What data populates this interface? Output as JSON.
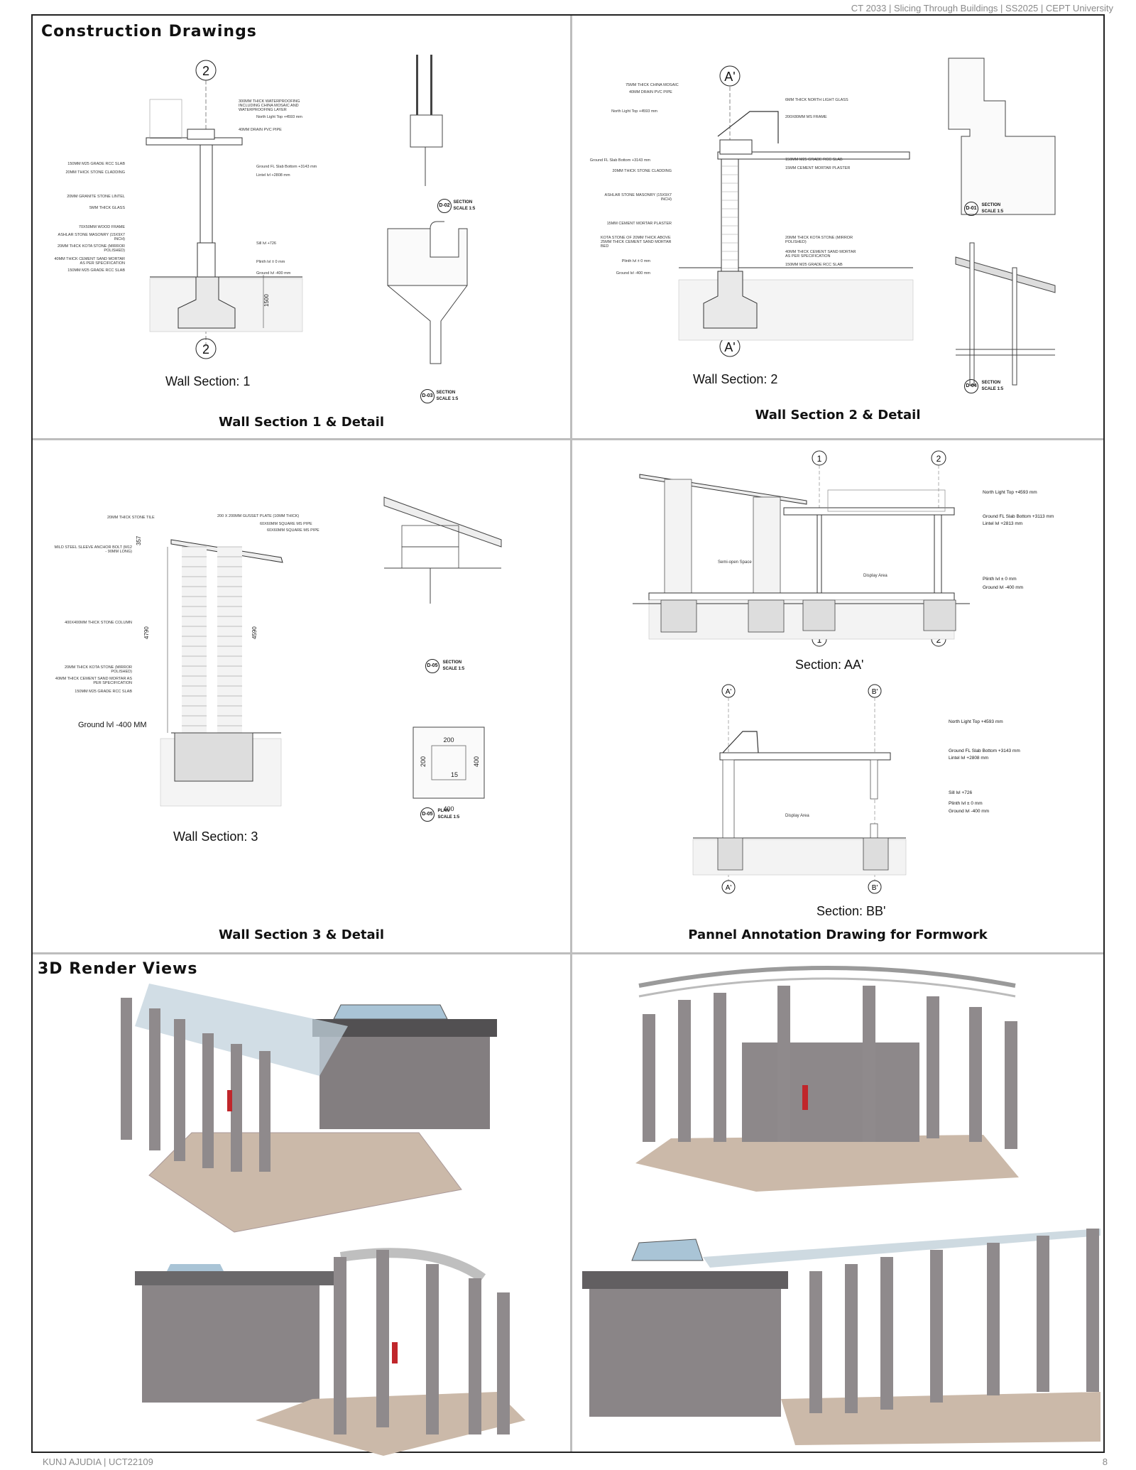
{
  "header": {
    "course": "CT 2033 | Slicing Through Buildings | SS2025 | CEPT University"
  },
  "footer": {
    "author": "KUNJ AJUDIA | UCT22109",
    "page_number": "8"
  },
  "sections": {
    "construction": "Construction Drawings",
    "renders": "3D Render Views"
  },
  "panels": {
    "p1": {
      "caption": "Wall Section 1 & Detail",
      "drawing_label": "Wall Section: 1",
      "grid_mark": "2",
      "details": [
        {
          "tag": "D-02",
          "title": "SECTION",
          "scale": "SCALE 1:5"
        },
        {
          "tag": "D-03",
          "title": "SECTION",
          "scale": "SCALE 1:5"
        }
      ],
      "notes": [
        "300MM THICK WATERPROOFING INCLUDING CHINA MOSAIC AND WATERPROOFING LAYER",
        "40MM DRAIN PVC PIPE",
        "150MM M25 GRADE RCC SLAB",
        "20MM THICK STONE CLADDING",
        "20MM GRANITE STONE LINTEL",
        "5MM THICK GLASS",
        "70X50MM WOOD FRAME",
        "ASHLAR STONE MASONRY (15X9X7 INCH)",
        "20MM THICK KOTA STONE (MIRROR POLISHED)",
        "40MM THICK CEMENT SAND MORTAR AS PER SPECIFICATION",
        "150MM M25 GRADE RCC SLAB"
      ],
      "levels": [
        "North Light Top +4593 mm",
        "Ground FL Slab Bottom +3143 mm",
        "Lintel lvl +2808 mm",
        "Sill lvl +726",
        "Plinth lvl ± 0 mm",
        "Ground lvl -400 mm"
      ],
      "dimension": "1500"
    },
    "p2": {
      "caption": "Wall Section 2 & Detail",
      "drawing_label": "Wall Section: 2",
      "grid_mark": "A'",
      "details": [
        {
          "tag": "D-01",
          "title": "SECTION",
          "scale": "SCALE 1:5"
        },
        {
          "tag": "D-04",
          "title": "SECTION",
          "scale": "SCALE 1:5"
        }
      ],
      "notes": [
        "75MM THICK CHINA MOSAIC",
        "40MM DRAIN PVC PIPE",
        "6MM THICK NORTH LIGHT GLASS",
        "200X80MM MS FRAME",
        "150MM M25 GRADE RCC SLAB",
        "15MM CEMENT MORTAR PLASTER",
        "20MM THICK STONE CLADDING",
        "ASHLAR STONE MASONRY (15X9X7 INCH)",
        "15MM CEMENT MORTAR PLASTER",
        "KOTA STONE OF 20MM THICK ABOVE 25MM THICK CEMENT SAND MORTAR BED",
        "20MM THICK KOTA STONE (MIRROR POLISHED)",
        "40MM THICK CEMENT SAND MORTAR AS PER SPECIFICATION",
        "150MM M25 GRADE RCC SLAB"
      ],
      "levels": [
        "North Light Top +4593 mm",
        "Ground FL Slab Bottom +3143 mm",
        "Plinth lvl ± 0 mm",
        "Ground lvl -400 mm"
      ]
    },
    "p3": {
      "caption": "Wall Section 3 & Detail",
      "drawing_label": "Wall Section: 3",
      "ground_label": "Ground lvl -400 MM",
      "details": [
        {
          "tag": "D-05",
          "title": "SECTION",
          "scale": "SCALE 1:5"
        },
        {
          "tag": "D-05",
          "title": "PLAN",
          "scale": "SCALE 1:5"
        }
      ],
      "notes": [
        "20MM THICK STONE TILE",
        "200 X 200MM GUSSET PLATE (10MM THICK)",
        "60X60MM SQUARE MS PIPE",
        "60X60MM SQUARE MS PIPE",
        "MILD STEEL SLEEVE ANCHOR BOLT (M12 - 90MM LONG)",
        "400X400MM THICK STONE COLUMN",
        "20MM THICK KOTA STONE (MIRROR POLISHED)",
        "40MM THICK CEMENT SAND MORTAR AS PER SPECIFICATION",
        "150MM M25 GRADE RCC SLAB"
      ],
      "plan_dims": {
        "top": "200",
        "left": "200",
        "right": "400",
        "bottom": "400",
        "inner": "15"
      },
      "dims": {
        "a": "4790",
        "b": "4590",
        "c": "357"
      }
    },
    "p4": {
      "caption": "Pannel Annotation Drawing for Formwork",
      "sections": [
        {
          "label": "Section: AA'",
          "marks": [
            "1",
            "2"
          ],
          "levels": [
            "North Light Top +4593 mm",
            "Ground FL Slab Bottom +3113 mm",
            "Lintel lvl +2813 mm",
            "Plinth lvl ± 0 mm",
            "Ground lvl -400 mm"
          ],
          "areas": [
            "Semi-open Space",
            "Display Area"
          ]
        },
        {
          "label": "Section: BB'",
          "marks": [
            "A'",
            "B'"
          ],
          "levels": [
            "North Light Top +4593 mm",
            "Ground FL Slab Bottom +3143 mm",
            "Lintel lvl +2808 mm",
            "Sill lvl +726",
            "Plinth lvl ± 0 mm",
            "Ground lvl -400 mm"
          ],
          "areas": [
            "Display Area"
          ]
        }
      ]
    }
  },
  "colors": {
    "frame": "#222222",
    "divider": "#bdbdbd",
    "brick": "#8f8a8c",
    "floor": "#c9b8a8",
    "glass": "#a9c4d6",
    "figure_red": "#c0262b"
  }
}
